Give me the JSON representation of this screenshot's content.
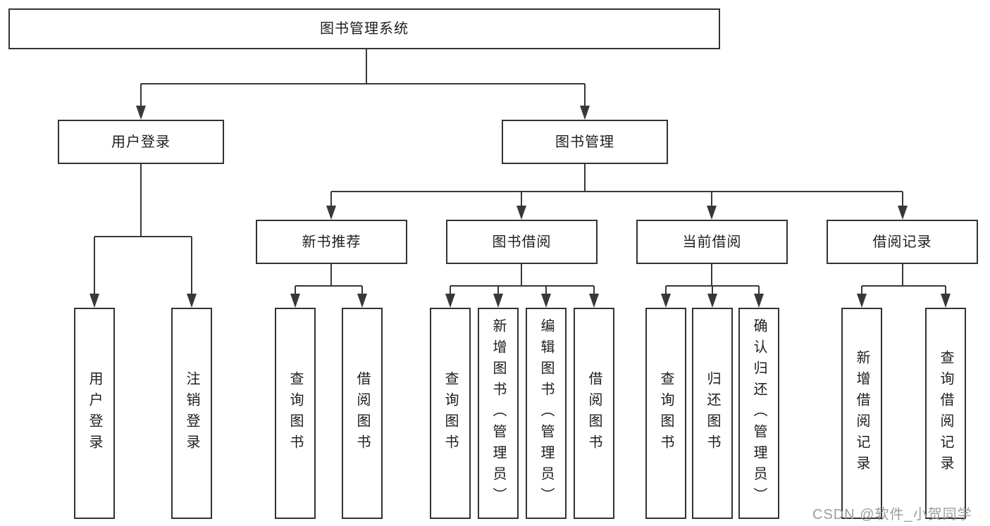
{
  "colors": {
    "background": "#ffffff",
    "box_border": "#333333",
    "line": "#383838",
    "text": "#1e1e1e",
    "watermark": "#9c9c9c"
  },
  "tree": {
    "root": "图书管理系统",
    "branches": [
      {
        "label": "用户登录",
        "leaves": [
          "用户登录",
          "注销登录"
        ]
      },
      {
        "label": "图书管理",
        "children": [
          {
            "label": "新书推荐",
            "leaves": [
              "查询图书",
              "借阅图书"
            ]
          },
          {
            "label": "图书借阅",
            "leaves": [
              "查询图书",
              "新增图书（管理员）",
              "编辑图书（管理员）",
              "借阅图书"
            ]
          },
          {
            "label": "当前借阅",
            "leaves": [
              "查询图书",
              "归还图书",
              "确认归还（管理员）"
            ]
          },
          {
            "label": "借阅记录",
            "leaves": [
              "新增借阅记录",
              "查询借阅记录"
            ]
          }
        ]
      }
    ]
  },
  "watermark": {
    "text": "CSDN @软件_小贺同学"
  }
}
